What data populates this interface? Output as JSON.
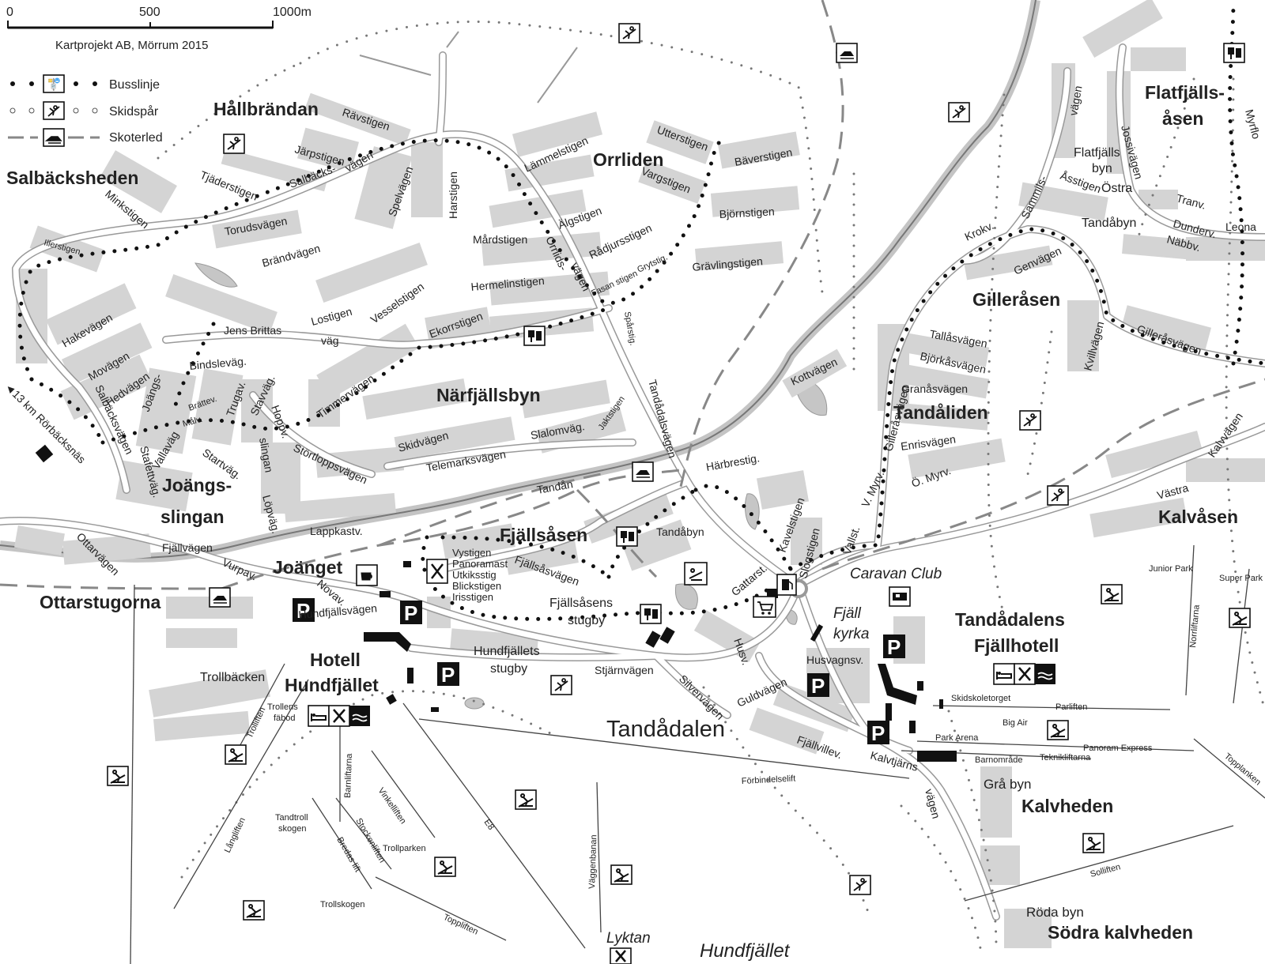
{
  "scale": {
    "ticks": [
      "0",
      "500",
      "1000m"
    ],
    "credit": "Kartprojekt AB, Mörrum 2015"
  },
  "legend": {
    "bus": "Busslinje",
    "ski": "Skidspår",
    "scooter": "Skoterled"
  },
  "areas": {
    "hallbrandan": "Hållbrändan",
    "salbacksheden": "Salbäcksheden",
    "orrliden": "Orrliden",
    "narfjallsbyn": "Närfjällsbyn",
    "joangs1": "Joängs-",
    "joangs2": "slingan",
    "fjallsasen": "Fjällsåsen",
    "joanget": "Joänget",
    "ottarstugorna": "Ottarstugorna",
    "hotell1": "Hotell",
    "hotell2": "Hundfjället",
    "tandadalen": "Tandådalen",
    "tandaliden": "Tandåliden",
    "gillerasen": "Gilleråsen",
    "flat1": "Flatfjälls-",
    "flat2": "åsen",
    "kalvasen": "Kalvåsen",
    "fjallhotell1": "Tandådalens",
    "fjallhotell2": "Fjällhotell",
    "kalvheden": "Kalvheden",
    "sodra": "Södra kalvheden",
    "hundfjallet": "Hundfjället"
  },
  "streets": {
    "ravstigen": "Rävstigen",
    "jarpstigen": "Järpstigen",
    "salbacks": "Salbäcks-",
    "vagen": "vägen",
    "tjaderstigen": "Tjäderstigen",
    "spelvagen": "Spelvägen",
    "harstigen": "Harstigen",
    "lammelstigen": "Lämmelstigen",
    "utterstigen": "Utterstigen",
    "baverstigen": "Bäverstigen",
    "vargstigen": "Vargstigen",
    "bjornstigen": "Björnstigen",
    "minkstigen": "Minkstigen",
    "torudsvagen": "Torudsvägen",
    "brandvagen": "Brändvägen",
    "illerstigen": "Illerstigen",
    "mardstigen": "Mårdstigen",
    "algstigen": "Älgstigen",
    "orrlids": "Orrlids-",
    "vagen2": "vägen",
    "radjursstigen": "Rådjursstigen",
    "grytstig": "Grytstig.",
    "gravlingstigen": "Grävlingstigen",
    "hermelinstigen": "Hermelinstigen",
    "fasanstigen": "Fasan stigen",
    "hakevagen": "Hakevägen",
    "lostigen": "Lostigen",
    "vesselstigen": "Vesselstigen",
    "jensbrittas": "Jens Brittas",
    "vag": "väg",
    "ekorrstigen": "Ekorrstigen",
    "spatstig": "Spårstig.",
    "movagen": "Movägen",
    "hedvagen": "Hedvägen",
    "bindslevag": "Bindsleväg.",
    "timmervagen": "Timmervägen",
    "salbacksvagen": "Salbäcksvägen",
    "joangs": "Joängs-",
    "brattev": "Brättev.",
    "malv": "Målv.",
    "trugav": "Trugav.",
    "stavvag": "Stavväg.",
    "hoppv": "Hoppv.",
    "vallavag": "Vallaväg",
    "slingan": "slingan",
    "skidvagen": "Skidvägen",
    "slalomvag": "Slalomväg.",
    "jaktstigen": "Jaktstigen",
    "tandadalsvagen": "Tandådalsvägen",
    "rorbacksnas": "◄13 km Rörbäcksnäs",
    "stafettvag": "Stafettväg.",
    "startvag": "Startväg.",
    "stortloppsvagen": "Störtloppsvägen",
    "telemarksvagen": "Telemarksvägen",
    "harbrestig": "Härbrestig.",
    "tandan": "Tandån",
    "lopvag": "Löpväg.",
    "lappkastv": "Lappkastv.",
    "ottarvagen": "Ottarvägen",
    "fjallvagen": "Fjällvägen",
    "vurpav": "Vurpav.",
    "tandabyn": "Tandåbyn",
    "vystigen": "Vystigen",
    "panoramast": "Panoramast",
    "utkiksstig": "Utkiksstig",
    "blickstigen": "Blickstigen",
    "irisstigen": "Irisstigen",
    "fjallsasvagen": "Fjällsåsvägen",
    "kavelstigen": "Kavelstigen",
    "slogstigen": "Slogstigen",
    "gattarst": "Gattarst.",
    "vallst": "Vallst.",
    "vmyrv": "V. Myrv.",
    "omyrv": "Ö. Myrv.",
    "caravan": "Caravan Club",
    "novav": "Novav.",
    "hundfjallsvagen": "Hundfjällsvägen",
    "fjallsasens": "Fjällsåsens",
    "stugby": "stugby",
    "hundfjallets": "Hundfjällets",
    "stugby2": "stugby",
    "stjarnvagen": "Stjärnvägen",
    "husv": "Husv.",
    "fjallkyrka1": "Fjäll",
    "fjallkyrka2": "kyrka",
    "husvagnsv": "Husvagnsv.",
    "trollbacken": "Trollbäcken",
    "trollensfabod1": "Trollens",
    "trollensfabod2": "fäbod",
    "silvervagen": "Silvervägen",
    "guldvagen": "Guldvägen",
    "fjallvillev": "Fjällvillev.",
    "kalvtjarns": "Kalvtjärns",
    "vagen3": "vägen",
    "grabyn": "Grå byn",
    "rodabyn": "Röda byn",
    "lyktan": "Lyktan",
    "kottvagen": "Kottvägen",
    "tallasvagen": "Tallåsvägen",
    "bjorkasvagen": "Björkåsvägen",
    "granasvagen": "Granåsvägen",
    "gillerasvagen": "Gilleråsvägen",
    "enrisvagen": "Enrisvägen",
    "krokv": "Krokv.",
    "genvagen": "Genvägen",
    "sammils": "Sammils-",
    "asstigen": "Åsstigen",
    "flatfjallsbyn1": "Flatfjälls",
    "flatfjallsbyn2": "byn",
    "ostra": "Östra",
    "tandabyn2": "Tandåbyn",
    "jossivagen": "Jossivägen",
    "vagen4": "vägen",
    "tranv": "Tranv.",
    "dunderv": "Dunderv.",
    "nabbv": "Näbbv.",
    "leona": "Leona",
    "kvillvagen": "Kvillvägen",
    "gillerasvagen2": "Gilleråsvägen",
    "kalvvagen": "Kalvvägen",
    "vastra": "Västra",
    "myrflo": "Myrflo"
  },
  "lifts": {
    "juniorpark": "Junior Park",
    "superpark": "Super Park",
    "norrliftarna": "Norrliftarna",
    "skidskoletorget": "Skidskoletorget",
    "parliften": "Parliften",
    "bigair": "Big Air",
    "parkarena": "Park Arena",
    "panoramexpress": "Panoram Express",
    "barnomrade": "Barnområde",
    "teknikliftarna": "Teknikliftarna",
    "topplanken": "Topplanken",
    "forbindelselift": "Förbindelselift",
    "e8": "E8",
    "vaggenbanan": "Väggenbanan",
    "sollliften": "Solliften",
    "trolliften": "Trolliften",
    "barnliftarna": "Barnliftarna",
    "langliften": "Långliften",
    "tandtroll1": "Tandtroll",
    "tandtroll2": "skogen",
    "bredaslift": "Bredas lift",
    "stockenliften": "Stockenliften",
    "vinkelliften": "Vinkelliften",
    "trollparken": "Trollparken",
    "trollskogen": "Trollskogen",
    "toppliften": "Toppliften"
  },
  "icons": {
    "parking": "P",
    "bus": "bus-stop-icon",
    "ski": "cross-country-ski-icon",
    "downhill": "downhill-ski-icon",
    "scooter": "snowmobile-icon",
    "restaurant": "restaurant-icon",
    "cafe": "cafe-icon",
    "shop": "shop-icon",
    "fuel": "fuel-icon",
    "bed": "bed-icon",
    "spa": "spa-icon",
    "caravan": "caravan-icon",
    "skating": "skating-icon"
  },
  "colors": {
    "blocks": "#d4d4d4",
    "roads": "#999999",
    "ink": "#111111"
  }
}
